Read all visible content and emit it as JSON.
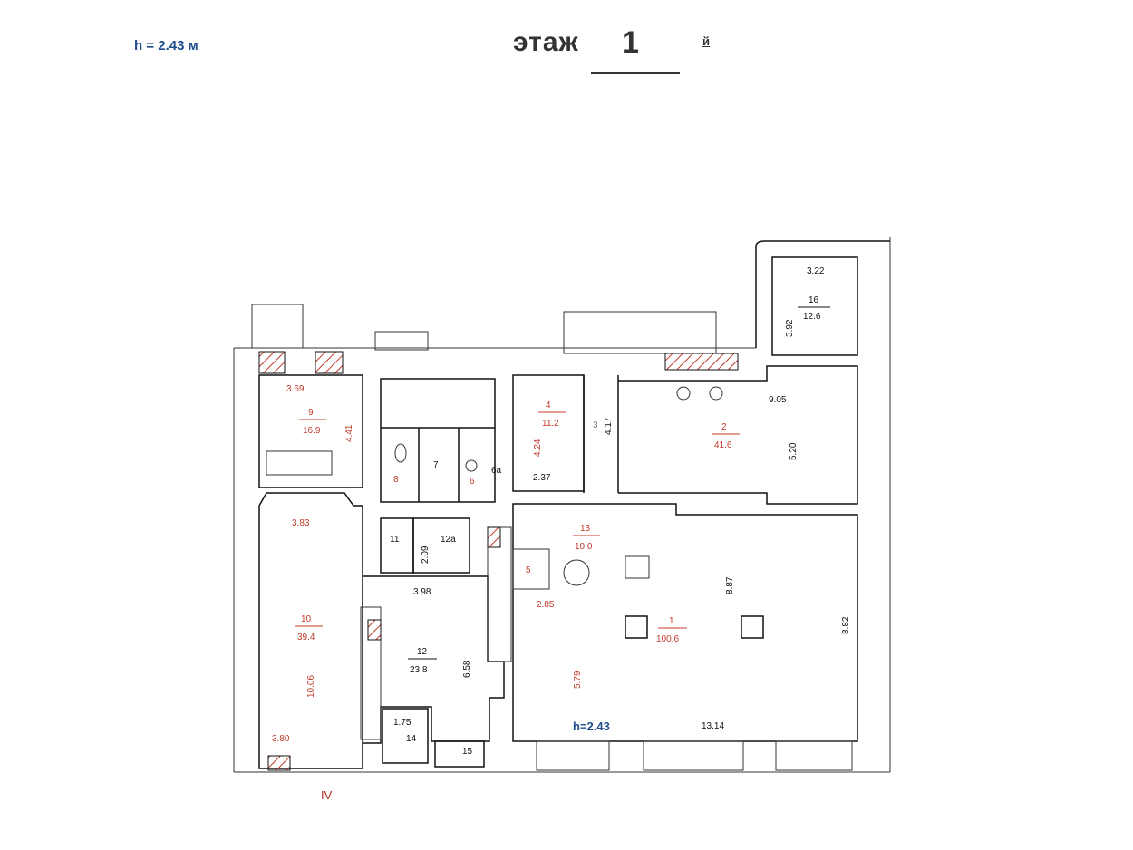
{
  "header": {
    "ceiling_height": "h = 2.43 м",
    "floor_word": "этаж",
    "floor_number": "1",
    "floor_suffix": "й"
  },
  "plan_labels": {
    "room16_w": "3.22",
    "room16_num": "16",
    "room16_area": "12.6",
    "room16_h": "3.92",
    "room9_w": "3.69",
    "room9_num": "9",
    "room9_area": "16.9",
    "room9_h": "4.41",
    "room8_num": "8",
    "room7_num": "7",
    "room6_num": "6",
    "room6a_num": "6а",
    "room4_num": "4",
    "room4_area": "11.2",
    "room4_h": "4.24",
    "room4_w": "2.37",
    "room3_num": "3",
    "room3_h": "4.17",
    "room2_w": "9.05",
    "room2_num": "2",
    "room2_area": "41.6",
    "room2_h": "5.20",
    "room10_w": "3.83",
    "room10_num": "10",
    "room10_area": "39.4",
    "room10_h": "10.06",
    "room10_w2": "3.80",
    "room11_num": "11",
    "room11_h": "2.09",
    "room12a_num": "12а",
    "room13_num": "13",
    "room13_area": "10.0",
    "room5_num": "5",
    "room5_w": "2.85",
    "room12_w": "3.98",
    "room12_num": "12",
    "room12_area": "23.8",
    "room12_h": "6.58",
    "room1_num": "1",
    "room1_area": "100.6",
    "room1_h": "8.87",
    "room1_h2": "8.82",
    "room1_h3": "5.79",
    "room1_w": "13.14",
    "room14_w": "1.75",
    "room14_num": "14",
    "room15_num": "15",
    "plan_height": "h=2.43",
    "section_mark": "IV"
  }
}
